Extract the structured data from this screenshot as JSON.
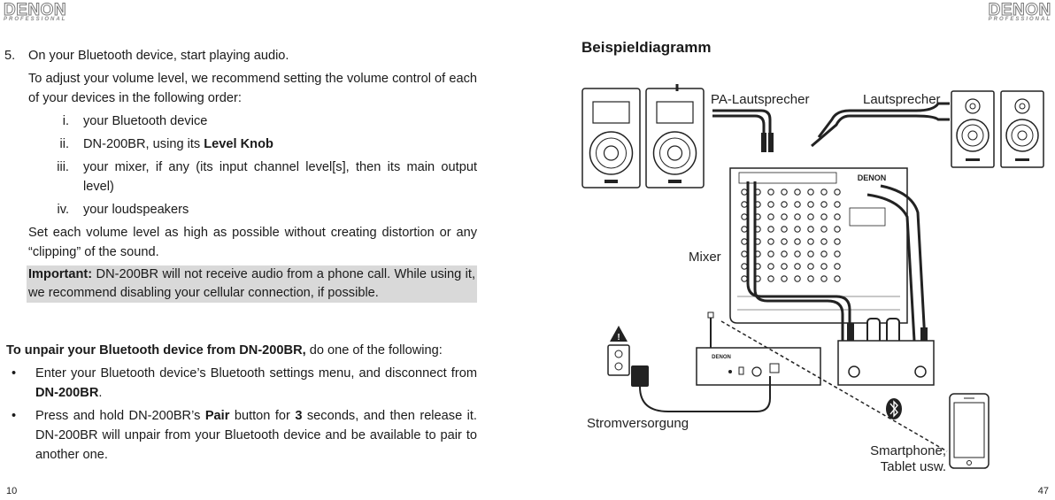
{
  "header": {
    "brand": "DENON",
    "sub": "PROFESSIONAL"
  },
  "left_page": {
    "page_number": "10",
    "step5": {
      "number": "5.",
      "text": "On your Bluetooth device, start playing audio."
    },
    "adjust_intro": "To adjust your volume level, we recommend setting the volume control of each of your devices in the following order:",
    "order_items": [
      {
        "numeral": "i.",
        "text": "your Bluetooth device",
        "bold": ""
      },
      {
        "numeral": "ii.",
        "text": "DN-200BR, using its ",
        "bold": "Level Knob"
      },
      {
        "numeral": "iii.",
        "text": "your mixer, if any (its input channel level[s], then its main output level)",
        "bold": ""
      },
      {
        "numeral": "iv.",
        "text": "your loudspeakers",
        "bold": ""
      }
    ],
    "volume_note": "Set each volume level as high as possible without creating distortion or any “clipping” of the sound.",
    "important": {
      "label": "Important:",
      "text": " DN-200BR will not receive audio from a phone call. While using it, we recommend disabling your cellular connection, if possible."
    },
    "unpair": {
      "heading_bold": "To unpair your Bluetooth device from DN-200BR,",
      "heading_rest": " do one of the following:",
      "bullets": [
        {
          "text_before": "Enter your Bluetooth device’s Bluetooth settings menu, and disconnect from ",
          "bold": "DN-200BR",
          "text_after": "."
        },
        {
          "text_before": "Press and hold DN-200BR’s ",
          "bold": "Pair",
          "text_middle": " button for ",
          "bold2": "3",
          "text_after": " seconds, and then release it. DN-200BR will unpair from your Bluetooth device and be available to pair to another one."
        }
      ]
    }
  },
  "right_page": {
    "page_number": "47",
    "title": "Beispieldiagramm",
    "labels": {
      "pa_speakers": "PA-Lautsprecher",
      "speakers": "Lautsprecher",
      "mixer": "Mixer",
      "power": "Stromversorgung",
      "smartphone_line1": "Smartphone,",
      "smartphone_line2": "Tablet usw.",
      "device_brand": "DENON"
    },
    "icons": [
      "warning-icon",
      "bluetooth-icon",
      "power-outlet-icon",
      "smartphone-icon"
    ]
  }
}
